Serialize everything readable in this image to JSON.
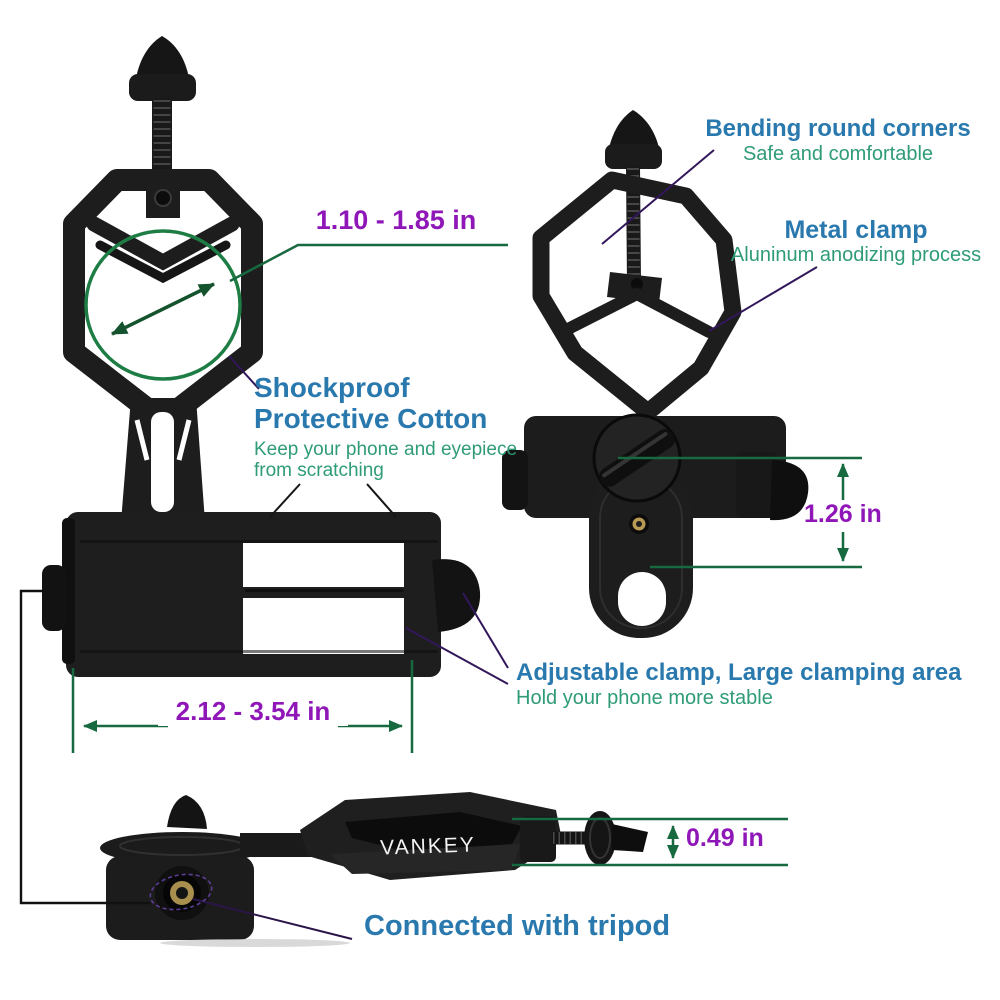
{
  "product": {
    "brand": "VANKEY"
  },
  "annotations": {
    "eyepiece_range": {
      "value": "1.10 - 1.85 in"
    },
    "bending": {
      "title": "Bending round corners",
      "subtitle": "Safe and comfortable"
    },
    "metal_clamp": {
      "title": "Metal clamp",
      "subtitle": "Aluninum anodizing process"
    },
    "shockproof": {
      "title": "Shockproof Protective Cotton",
      "subtitle": "Keep your phone and eyepiece from scratching"
    },
    "clamp_height": {
      "value": "1.26 in"
    },
    "adjustable_clamp": {
      "title": "Adjustable clamp, Large clamping area",
      "subtitle": "Hold your phone more stable"
    },
    "clamp_width": {
      "value": "2.12 - 3.54 in"
    },
    "screw_height": {
      "value": "0.49 in"
    },
    "tripod": {
      "title": "Connected with tripod"
    }
  },
  "colors": {
    "heading_blue": "#2a79ae",
    "subtitle_teal": "#2f9c76",
    "dimension_purple": "#8f17b8",
    "dimension_green": "#17693f",
    "leader_purple": "#32175a",
    "product_black": "#1d1d1d",
    "brass": "#ab9050"
  }
}
